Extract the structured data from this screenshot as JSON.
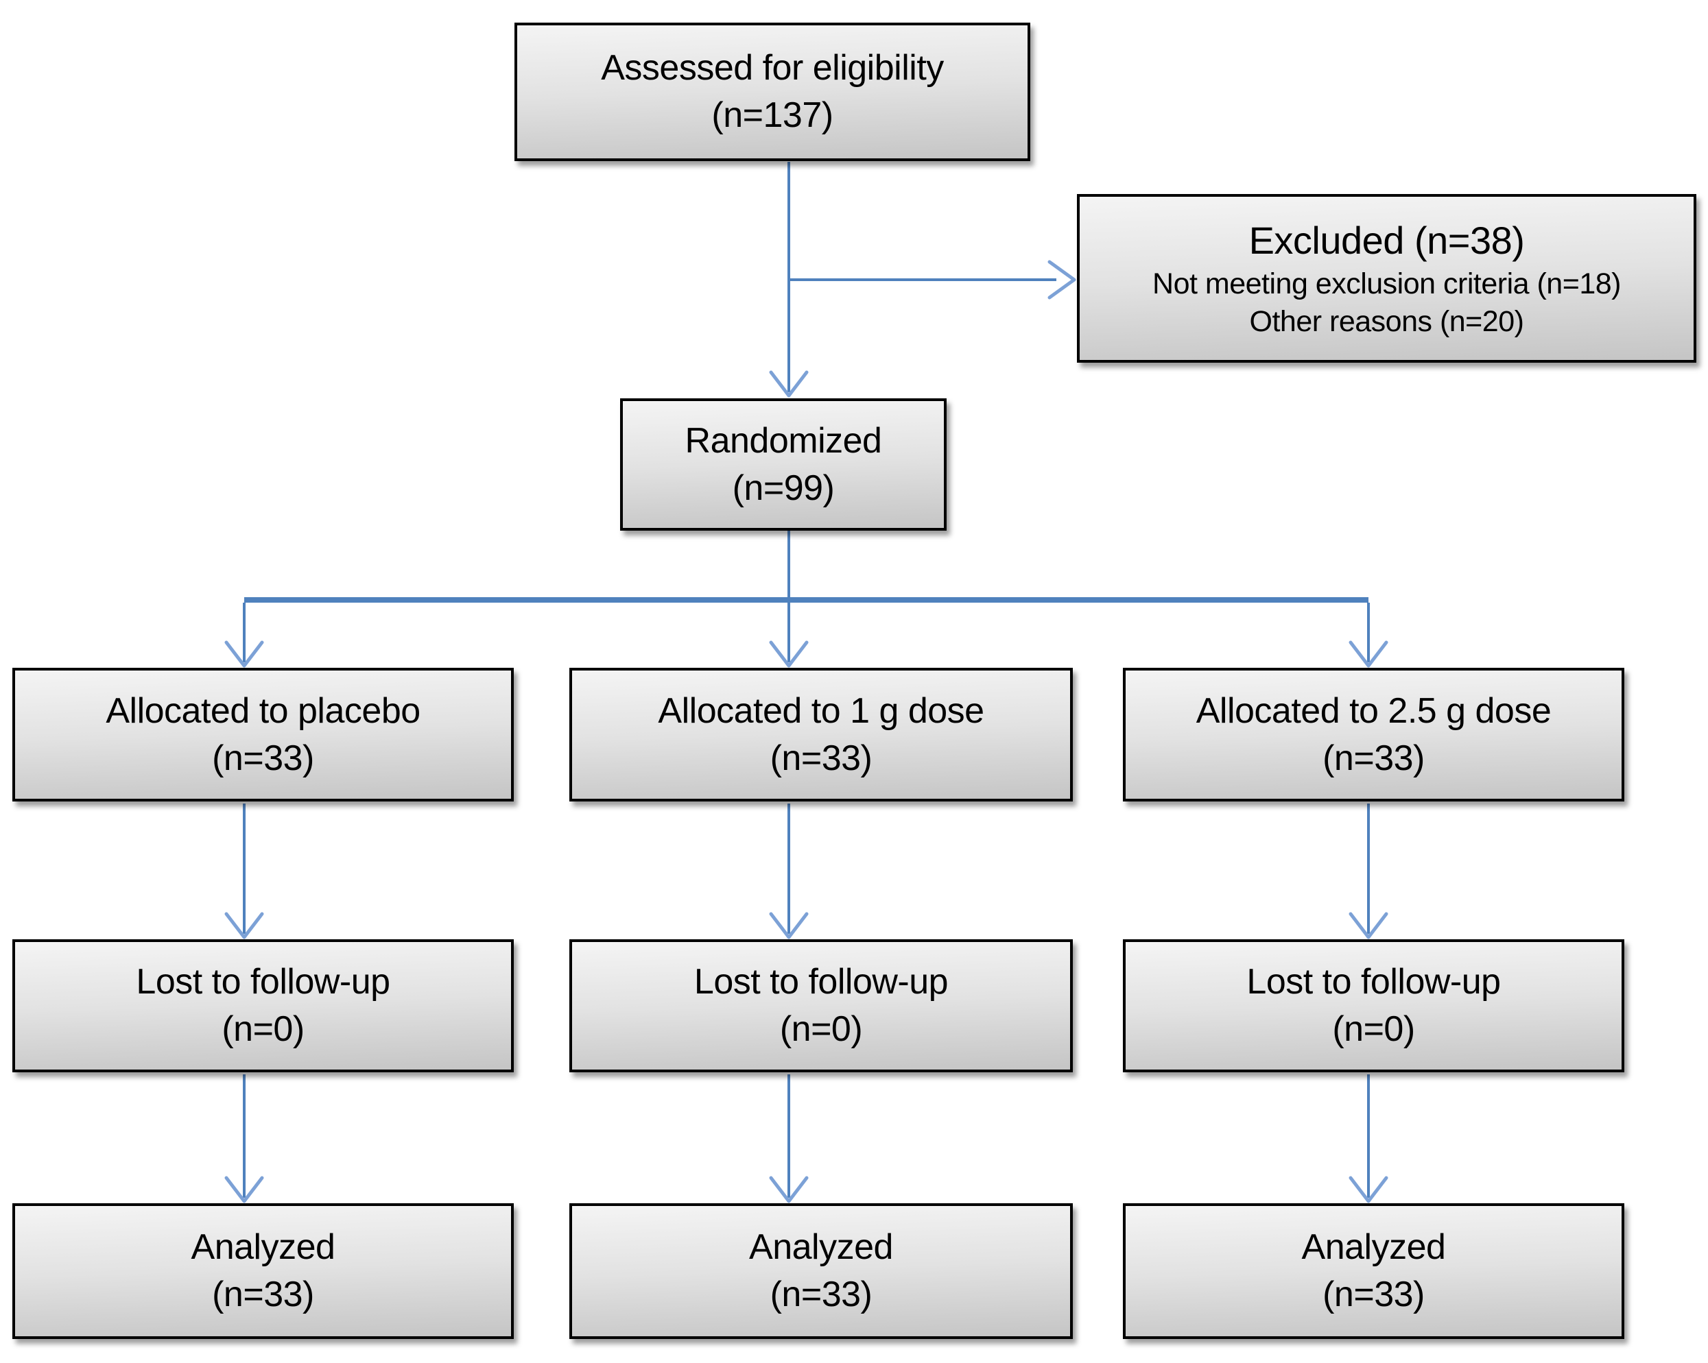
{
  "diagram_type": "consort-flow-diagram",
  "colors": {
    "background": "#ffffff",
    "connector_stroke": "#4f81bd",
    "arrowhead_stroke": "#7ca1d6",
    "box_border": "#000000",
    "box_fill_top": "#f4f4f4",
    "box_fill_mid": "#e2e2e2",
    "box_fill_bottom": "#c5c5c5",
    "text": "#000000"
  },
  "nodes": {
    "assessed": {
      "line1": "Assessed for eligibility",
      "line2": "(n=137)"
    },
    "excluded": {
      "title": "Excluded (n=38)",
      "reason1": "Not meeting exclusion criteria (n=18)",
      "reason2": "Other reasons (n=20)"
    },
    "randomized": {
      "line1": "Randomized",
      "line2": "(n=99)"
    },
    "alloc_placebo": {
      "line1": "Allocated to placebo",
      "line2": "(n=33)"
    },
    "alloc_1g": {
      "line1": "Allocated to 1 g dose",
      "line2": "(n=33)"
    },
    "alloc_25g": {
      "line1": "Allocated to 2.5 g dose",
      "line2": "(n=33)"
    },
    "lost_placebo": {
      "line1": "Lost to follow-up",
      "line2": "(n=0)"
    },
    "lost_1g": {
      "line1": "Lost to follow-up",
      "line2": "(n=0)"
    },
    "lost_25g": {
      "line1": "Lost to follow-up",
      "line2": "(n=0)"
    },
    "analyzed_placebo": {
      "line1": "Analyzed",
      "line2": "(n=33)"
    },
    "analyzed_1g": {
      "line1": "Analyzed",
      "line2": "(n=33)"
    },
    "analyzed_25g": {
      "line1": "Analyzed",
      "line2": "(n=33)"
    }
  },
  "edges": [
    {
      "from": "assessed",
      "to": "randomized"
    },
    {
      "from": "assessed",
      "to": "excluded"
    },
    {
      "from": "randomized",
      "to": "alloc_placebo"
    },
    {
      "from": "randomized",
      "to": "alloc_1g"
    },
    {
      "from": "randomized",
      "to": "alloc_25g"
    },
    {
      "from": "alloc_placebo",
      "to": "lost_placebo"
    },
    {
      "from": "alloc_1g",
      "to": "lost_1g"
    },
    {
      "from": "alloc_25g",
      "to": "lost_25g"
    },
    {
      "from": "lost_placebo",
      "to": "analyzed_placebo"
    },
    {
      "from": "lost_1g",
      "to": "analyzed_1g"
    },
    {
      "from": "lost_25g",
      "to": "analyzed_25g"
    }
  ]
}
